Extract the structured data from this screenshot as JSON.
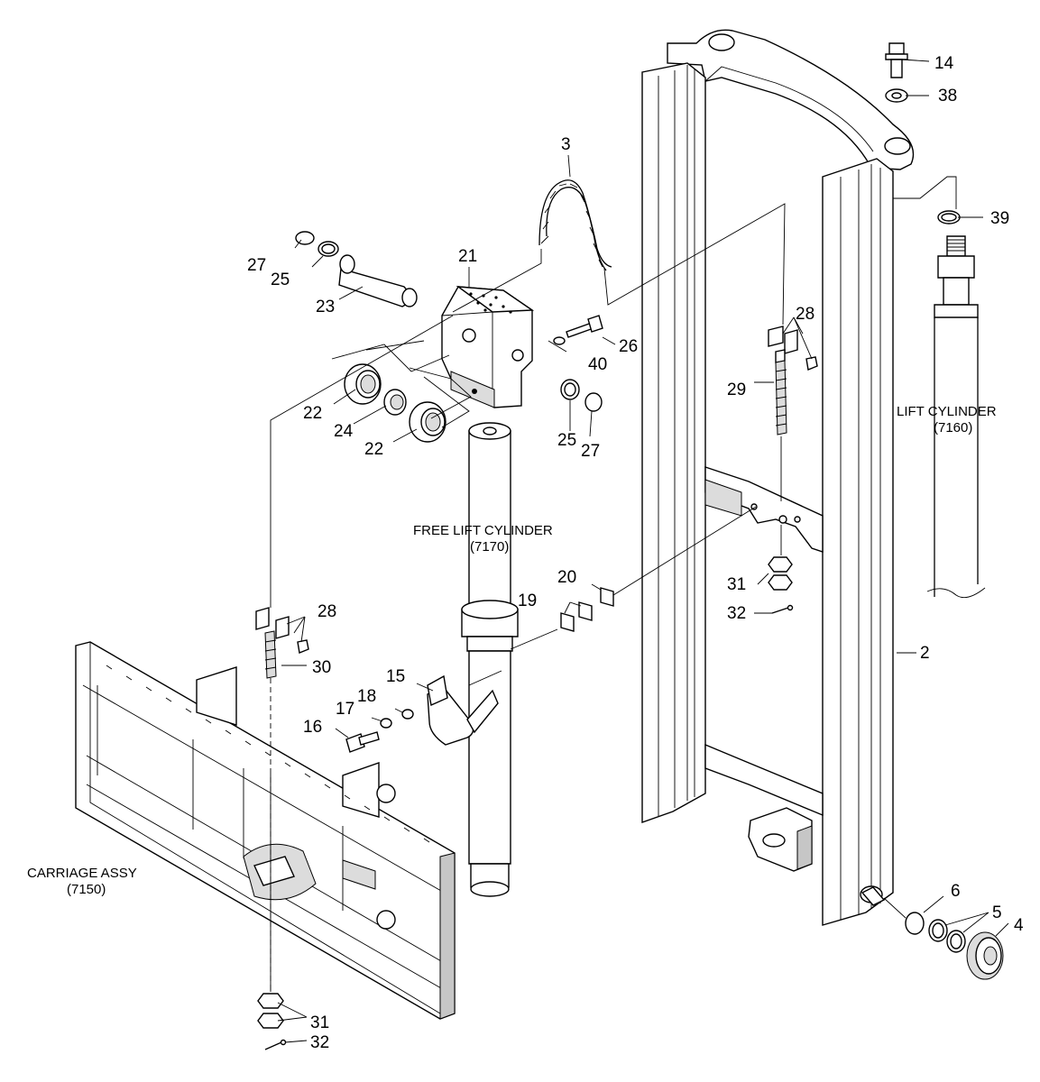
{
  "diagram": {
    "assemblies": {
      "lift_cylinder": {
        "name": "LIFT CYLINDER",
        "code": "(7160)"
      },
      "free_lift_cylinder": {
        "name": "FREE LIFT CYLINDER",
        "code": "(7170)"
      },
      "carriage_assy": {
        "name": "CARRIAGE ASSY",
        "code": "(7150)"
      }
    },
    "callouts": {
      "c14": "14",
      "c38": "38",
      "c39": "39",
      "c3": "3",
      "c21": "21",
      "c27a": "27",
      "c25a": "25",
      "c23": "23",
      "c26": "26",
      "c40": "40",
      "c28a": "28",
      "c29": "29",
      "c22a": "22",
      "c24": "24",
      "c22b": "22",
      "c25b": "25",
      "c27b": "27",
      "c20": "20",
      "c19": "19",
      "c31a": "31",
      "c32a": "32",
      "c28b": "28",
      "c30": "30",
      "c2": "2",
      "c15": "15",
      "c18": "18",
      "c17": "17",
      "c16": "16",
      "c6": "6",
      "c5": "5",
      "c4": "4",
      "c31b": "31",
      "c32b": "32"
    }
  }
}
